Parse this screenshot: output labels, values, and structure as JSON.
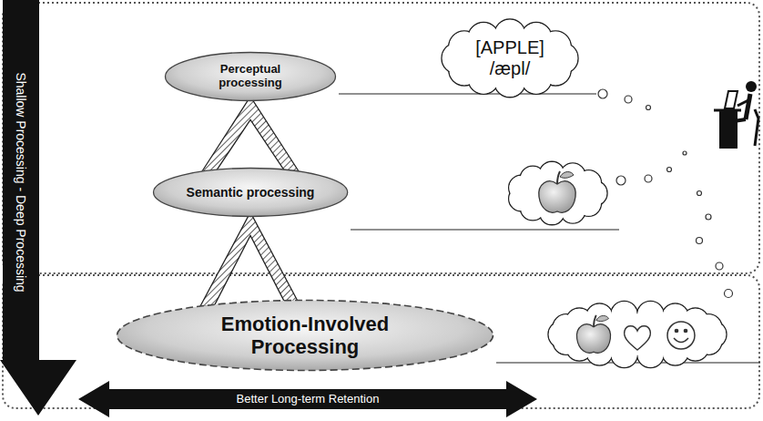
{
  "diagram": {
    "nodes": [
      {
        "text": [
          "Perceptual processing"
        ]
      },
      {
        "text": [
          "Semantic processing"
        ]
      },
      {
        "text": [
          "Emotion-Involved Processing"
        ]
      },
      {
        "text": [
          "[APPLE]",
          "/æpl/"
        ]
      },
      {
        "text": [
          "Shallow Processing - Deep Processing"
        ]
      },
      {
        "text": [
          "Better Long-term Retention"
        ]
      }
    ],
    "edges": [
      {
        "from": 2,
        "to": 1,
        "arrow": "to"
      },
      {
        "from": 1,
        "to": 0,
        "arrow": "to"
      }
    ]
  }
}
